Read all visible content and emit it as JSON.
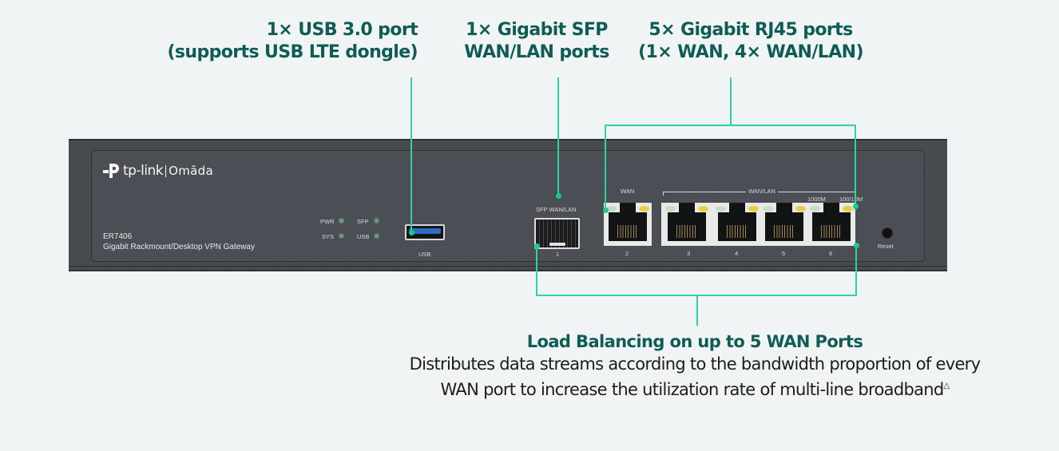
{
  "callouts": {
    "usb": {
      "line1": "1× USB 3.0 port",
      "line2": "(supports USB LTE dongle)"
    },
    "sfp": {
      "line1": "1× Gigabit SFP",
      "line2": "WAN/LAN ports"
    },
    "rj45": {
      "line1": "5× Gigabit RJ45 ports",
      "line2": "(1× WAN, 4× WAN/LAN)"
    }
  },
  "device": {
    "brand": "tp-link",
    "sub_brand": "Omāda",
    "model": "ER7406",
    "description": "Gigabit Rackmount/Desktop VPN Gateway",
    "leds": [
      {
        "label": "PWR"
      },
      {
        "label": "SFP"
      },
      {
        "label": "SYS"
      },
      {
        "label": "USB"
      }
    ],
    "usb_label": "USB",
    "sfp_label": "SFP WAN/LAN",
    "sfp_port_number": "1",
    "wan_label": "WAN",
    "wanlan_label": "WAN/LAN",
    "speed_1000": "1000M",
    "speed_100_10": "100/10M",
    "rj45_ports": [
      "2",
      "3",
      "4",
      "5",
      "6"
    ],
    "reset_label": "Reset"
  },
  "feature": {
    "title": "Load Balancing on up to 5 WAN Ports",
    "line1": "Distributes data streams according to the bandwidth proportion of every",
    "line2": "WAN port to increase the utilization rate of multi-line broadband",
    "footnote_mark": "△"
  },
  "colors": {
    "accent_teal": "#0f5c55",
    "callout_line": "#2ed3a0",
    "usb_blue": "#2f6cc6",
    "led_link": "#c5dfc1",
    "led_speed": "#e6d13a"
  }
}
